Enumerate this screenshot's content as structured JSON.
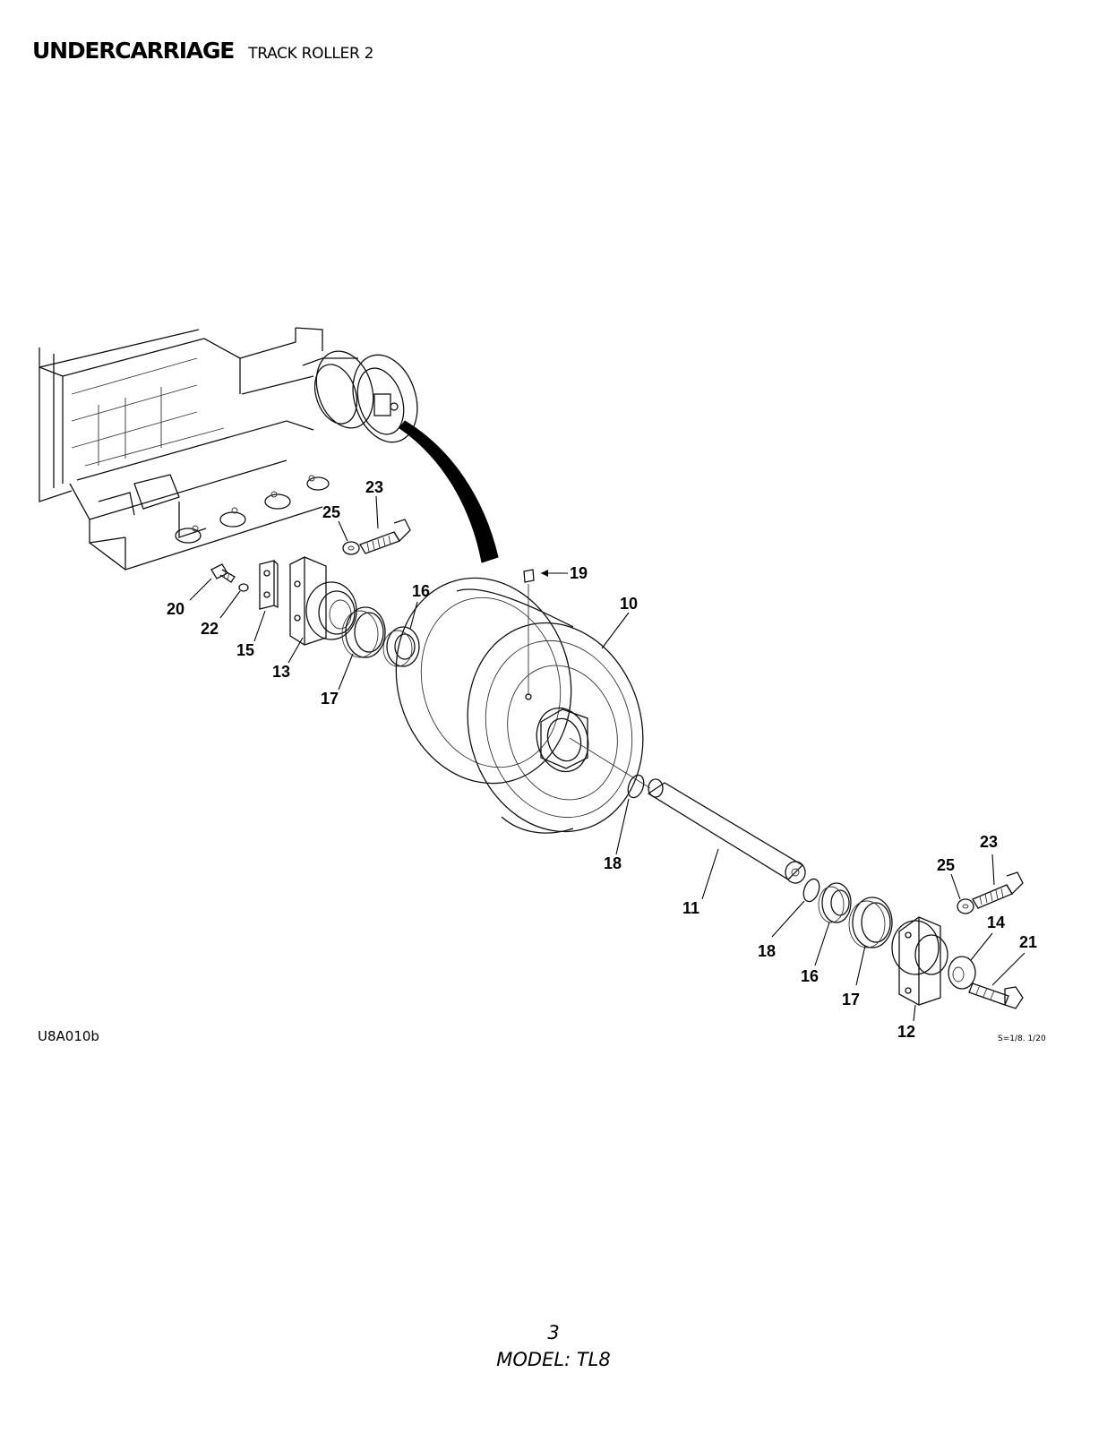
{
  "header": {
    "section": "UNDERCARRIAGE",
    "title": "TRACK ROLLER 2"
  },
  "figure": {
    "code": "U8A010b",
    "scale": "S=1/8. 1/20",
    "callouts": [
      {
        "id": "c23a",
        "label": "23"
      },
      {
        "id": "c25a",
        "label": "25"
      },
      {
        "id": "c20",
        "label": "20"
      },
      {
        "id": "c22",
        "label": "22"
      },
      {
        "id": "c15",
        "label": "15"
      },
      {
        "id": "c13",
        "label": "13"
      },
      {
        "id": "c17a",
        "label": "17"
      },
      {
        "id": "c16a",
        "label": "16"
      },
      {
        "id": "c19",
        "label": "19"
      },
      {
        "id": "c10",
        "label": "10"
      },
      {
        "id": "c18a",
        "label": "18"
      },
      {
        "id": "c11",
        "label": "11"
      },
      {
        "id": "c18b",
        "label": "18"
      },
      {
        "id": "c16b",
        "label": "16"
      },
      {
        "id": "c17b",
        "label": "17"
      },
      {
        "id": "c12",
        "label": "12"
      },
      {
        "id": "c14",
        "label": "14"
      },
      {
        "id": "c21",
        "label": "21"
      },
      {
        "id": "c25b",
        "label": "25"
      },
      {
        "id": "c23b",
        "label": "23"
      }
    ]
  },
  "footer": {
    "page_number": "3",
    "model": "MODEL: TL8"
  }
}
